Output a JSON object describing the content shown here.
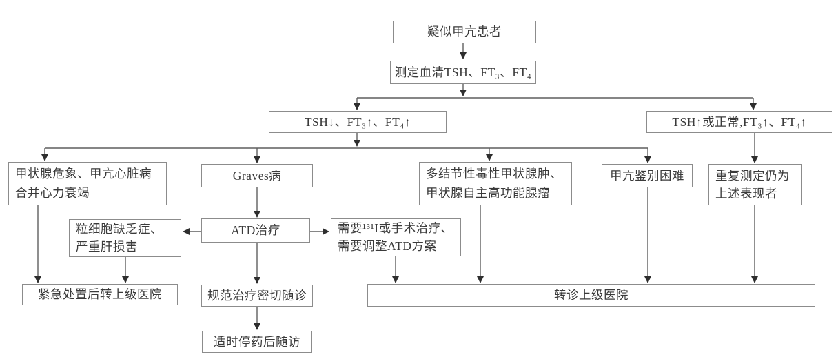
{
  "diagram": {
    "type": "flowchart",
    "language": "zh-CN",
    "topic": "疑似甲亢患者诊治转诊流程",
    "colors": {
      "background": "#ffffff",
      "box_border": "#8c8c8c",
      "line": "#5f5f5f",
      "arrowhead": "#2e2e2e",
      "text": "#3a3a3a"
    },
    "nodes": {
      "suspected": {
        "line1": "疑似甲亢患者"
      },
      "measure": {
        "line1": "测定血清TSH、FT₃、FT₄"
      },
      "tsh_low": {
        "line1": "TSH↓、FT₃↑、FT₄↑"
      },
      "tsh_high": {
        "line1": "TSH↑或正常,FT₃↑、FT₄↑"
      },
      "crisis": {
        "line1": "甲状腺危象、甲亢心脏病",
        "line2": "合并心力衰竭"
      },
      "graves": {
        "line1": "Graves病"
      },
      "multinodular": {
        "line1": "多结节性毒性甲状腺肿、",
        "line2": "甲状腺自主高功能腺瘤"
      },
      "difficult": {
        "line1": "甲亢鉴别困难"
      },
      "repeat_same": {
        "line1": "重复测定仍为",
        "line2": "上述表现者"
      },
      "agranulocytosis": {
        "line1": "粒细胞缺乏症、",
        "line2": "严重肝损害"
      },
      "atd": {
        "line1": "ATD治疗"
      },
      "need_radioiodine": {
        "line1": "需要¹³¹I或手术治疗、",
        "line2": "需要调整ATD方案"
      },
      "emergency": {
        "line1": "紧急处置后转上级医院"
      },
      "standard_followup": {
        "line1": "规范治疗密切随诊"
      },
      "referral": {
        "line1": "转诊上级医院"
      },
      "stop_followup": {
        "line1": "适时停药后随访"
      }
    },
    "edges": [
      {
        "from": "suspected",
        "to": "measure"
      },
      {
        "from": "measure",
        "to": "tsh_low"
      },
      {
        "from": "measure",
        "to": "tsh_high"
      },
      {
        "from": "tsh_low",
        "to": "crisis"
      },
      {
        "from": "tsh_low",
        "to": "graves"
      },
      {
        "from": "tsh_low",
        "to": "multinodular"
      },
      {
        "from": "tsh_low",
        "to": "difficult"
      },
      {
        "from": "tsh_high",
        "to": "repeat_same"
      },
      {
        "from": "graves",
        "to": "atd"
      },
      {
        "from": "atd",
        "to": "agranulocytosis"
      },
      {
        "from": "atd",
        "to": "need_radioiodine"
      },
      {
        "from": "atd",
        "to": "standard_followup"
      },
      {
        "from": "crisis",
        "to": "emergency"
      },
      {
        "from": "agranulocytosis",
        "to": "emergency"
      },
      {
        "from": "standard_followup",
        "to": "stop_followup"
      },
      {
        "from": "need_radioiodine",
        "to": "referral"
      },
      {
        "from": "multinodular",
        "to": "referral"
      },
      {
        "from": "difficult",
        "to": "referral"
      },
      {
        "from": "repeat_same",
        "to": "referral"
      }
    ]
  }
}
